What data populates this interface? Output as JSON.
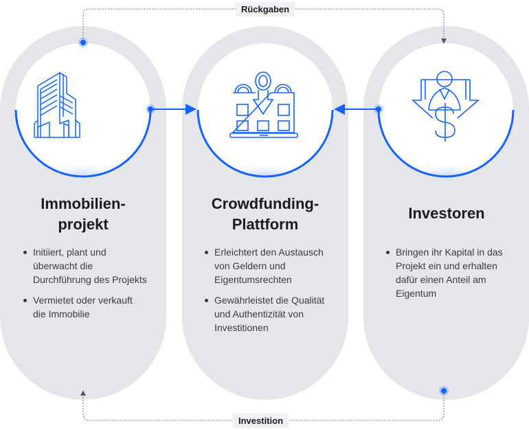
{
  "colors": {
    "accent": "#1463ff",
    "pill": "#e5e6ea",
    "connector": "#8a8d95"
  },
  "connectors": {
    "top_label": "Rückgaben",
    "bottom_label": "Investition"
  },
  "columns": [
    {
      "title_lines": [
        "Immobilien-",
        "projekt"
      ],
      "icon": "building-icon",
      "bullets": [
        "Initiiert, plant und überwacht die Durchführung des Projekts",
        "Vermietet oder verkauft die Immobilie"
      ]
    },
    {
      "title_lines": [
        "Crowdfunding-",
        "Plattform"
      ],
      "icon": "platform-icon",
      "bullets": [
        "Erleichtert den Austausch von Geldern und Eigentumsrechten",
        "Gewährleistet die Qualität und Authentizität von Investitionen"
      ]
    },
    {
      "title_lines": [
        "Investoren"
      ],
      "icon": "investor-dollar-icon",
      "bullets": [
        "Bringen ihr Kapital in das Projekt ein und erhalten dafür einen Anteil am Eigentum"
      ]
    }
  ]
}
